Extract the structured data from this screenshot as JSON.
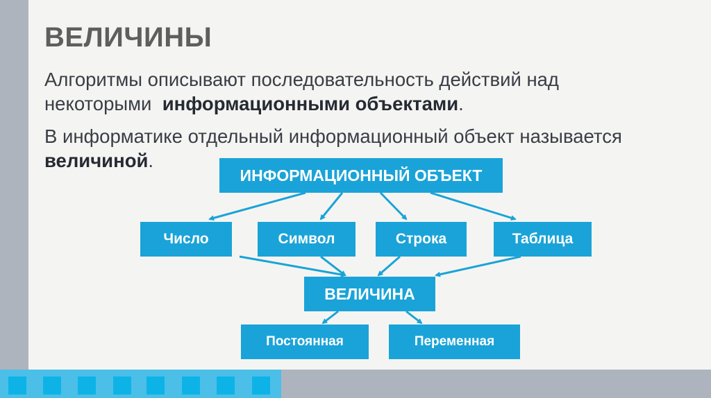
{
  "slide": {
    "title": "ВЕЛИЧИНЫ",
    "paragraph1": {
      "line1": "Алгоритмы описывают последовательность действий над",
      "line2_plain": "некоторыми  ",
      "line2_bold": "информационными объектами",
      "line2_end": "."
    },
    "paragraph2": {
      "line1": "В информатике отдельный информационный объект называется",
      "line2_bold": "величиной",
      "line2_end": "."
    }
  },
  "diagram": {
    "root": "ИНФОРМАЦИОННЫЙ ОБЪЕКТ",
    "types": [
      "Число",
      "Символ",
      "Строка",
      "Таблица"
    ],
    "center": "ВЕЛИЧИНА",
    "kinds": [
      "Постоянная",
      "Переменная"
    ],
    "box_color": "#1aa3d8",
    "arrow_color": "#1aa3d8"
  },
  "colors": {
    "background": "#f4f5f2",
    "side_bar": "#adb4bd",
    "bottom_band": "#4bbfe8",
    "squares": "#0db3e6"
  }
}
